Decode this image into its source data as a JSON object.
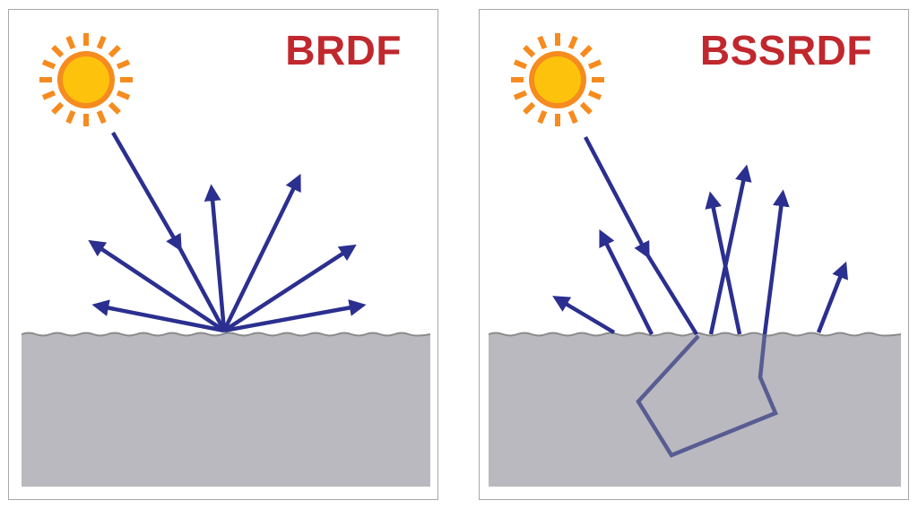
{
  "panels": [
    {
      "id": "brdf",
      "title": "BRDF"
    },
    {
      "id": "bssrdf",
      "title": "BSSRDF"
    }
  ],
  "colors": {
    "ray": "#2b2f8f",
    "subsurface_path": "#585c92",
    "surface_fill": "#b9b9bf",
    "surface_edge": "#8a8a8a",
    "title": "#c0282e",
    "sun_core": "#fdc30c",
    "sun_rays": "#f68b1f",
    "border": "#a8a8a8"
  },
  "icons": {
    "sun": "sun-icon"
  }
}
